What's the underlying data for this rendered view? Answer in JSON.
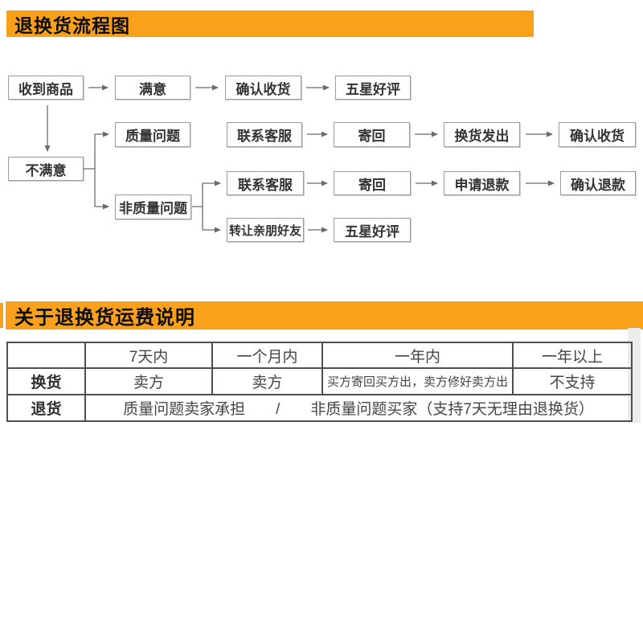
{
  "colors": {
    "banner_orange": "#F9A11B",
    "flow_box_border": "#9a9a9a",
    "flow_arrow": "#6b6b6b",
    "table_border": "#4f4f4f"
  },
  "sections": {
    "flow_title": "退换货流程图",
    "fee_title": "关于退换货运费说明"
  },
  "flow": {
    "receive": "收到商品",
    "satisfied": "满意",
    "confirm_receipt": "确认收货",
    "five_star": "五星好评",
    "unsatisfied": "不满意",
    "quality_issue": "质量问题",
    "contact_service": "联系客服",
    "send_back": "寄回",
    "exchange_shipped": "换货发出",
    "confirm_receipt_2": "确认收货",
    "non_quality_issue": "非质量问题",
    "contact_service_2": "联系客服",
    "send_back_2": "寄回",
    "apply_refund": "申请退款",
    "confirm_refund": "确认退款",
    "transfer_friends": "转让亲朋好友",
    "five_star_2": "五星好评"
  },
  "fee_table": {
    "headers": [
      "",
      "7天内",
      "一个月内",
      "一年内",
      "一年以上"
    ],
    "exchange": {
      "label": "换货",
      "within_7_days": "卖方",
      "within_1_month": "卖方",
      "within_1_year": "买方寄回买方出，卖方修好卖方出",
      "over_1_year": "不支持"
    },
    "return": {
      "label": "退货",
      "policy": "质量问题卖家承担　　/　　非质量问题买家（支持7天无理由退换货）"
    }
  }
}
